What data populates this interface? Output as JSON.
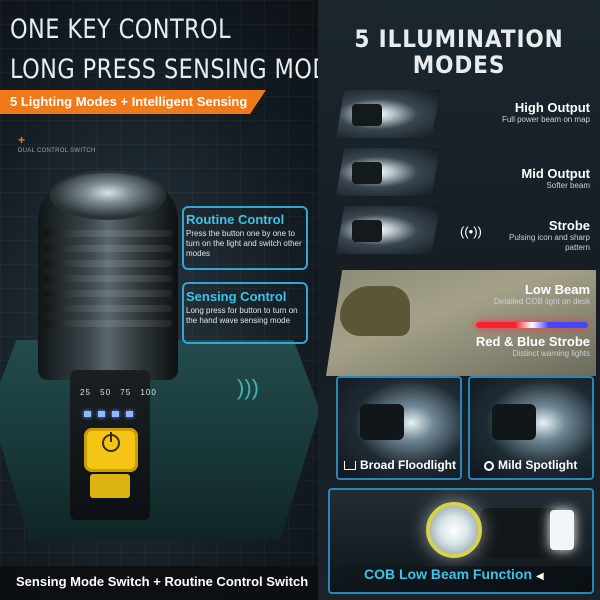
{
  "left": {
    "headline": [
      "ONE KEY CONTROL",
      "LONG PRESS SENSING MODE"
    ],
    "banner": "5 Lighting Modes + Intelligent Sensing",
    "dual_label": "DUAL CONTROL SWITCH",
    "percents": [
      "25",
      "50",
      "75",
      "100"
    ],
    "routine": {
      "title": "Routine Control",
      "desc": "Press the button one by one to turn on the light and switch other modes"
    },
    "sensing": {
      "title": "Sensing Control",
      "desc": "Long press for button to turn on the hand wave sensing mode"
    },
    "bottom": "Sensing Mode Switch + Routine Control Switch"
  },
  "right": {
    "title": [
      "5 ILLUMINATION",
      "MODES"
    ],
    "modes": [
      {
        "name": "High Output",
        "desc": "Full power beam on map"
      },
      {
        "name": "Mid Output",
        "desc": "Softer beam"
      },
      {
        "name": "Strobe",
        "desc": "Pulsing icon and sharp pattern"
      },
      {
        "name": "Low Beam",
        "desc": "Detailed COB light on desk"
      },
      {
        "name": "Red & Blue Strobe",
        "desc": "Distinct warning lights"
      }
    ],
    "flood": "Broad Floodlight",
    "spot": "Mild Spotlight",
    "cob": "COB Low Beam Function",
    "cob_arrow": "◀"
  },
  "colors": {
    "accent_orange": "#f07a1a",
    "accent_blue": "#3bc3e8",
    "teal": "#234c4c",
    "yellow_button": "#f4c514"
  }
}
